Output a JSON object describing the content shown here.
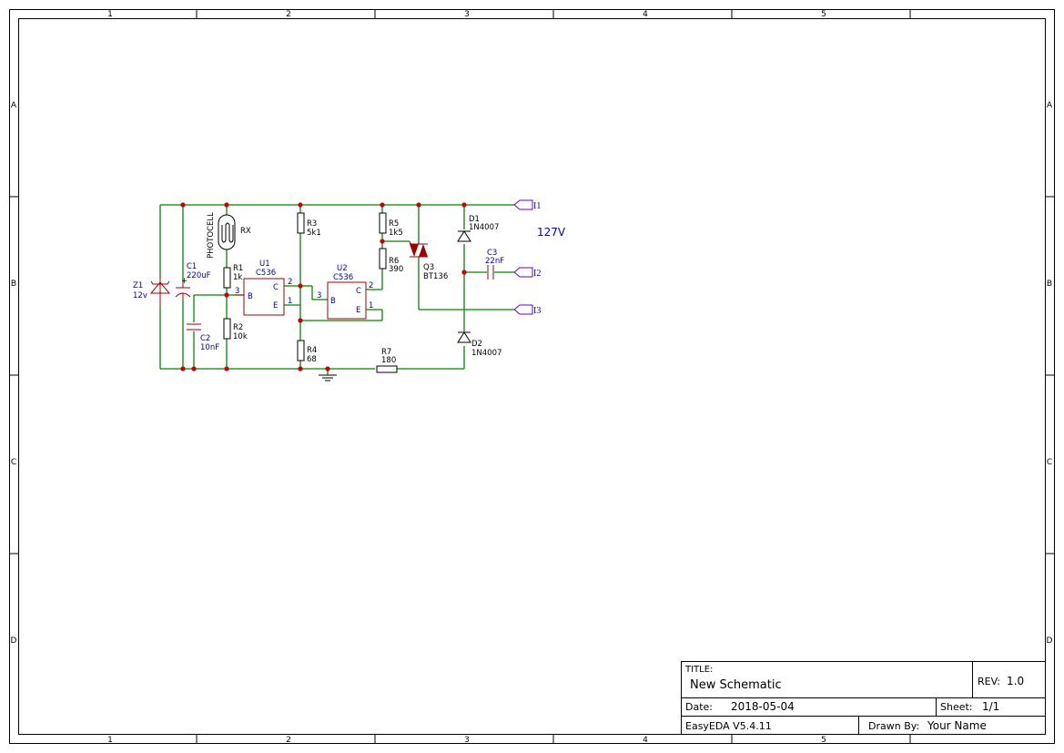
{
  "frame": {
    "columns": [
      "1",
      "2",
      "3",
      "4",
      "5"
    ],
    "rows": [
      "A",
      "B",
      "C",
      "D"
    ]
  },
  "title_block": {
    "title_label": "TITLE:",
    "title": "New Schematic",
    "rev_label": "REV:",
    "rev": "1.0",
    "date_label": "Date:",
    "date": "2018-05-04",
    "sheet_label": "Sheet:",
    "sheet": "1/1",
    "tool": "EasyEDA V5.4.11",
    "drawn_by_label": "Drawn By:",
    "drawn_by": "Your Name"
  },
  "components": {
    "z1": {
      "ref": "Z1",
      "value": "12v"
    },
    "c1": {
      "ref": "C1",
      "value": "220uF",
      "polarity": "+"
    },
    "c2": {
      "ref": "C2",
      "value": "10nF"
    },
    "rx": {
      "ref": "RX",
      "value": "PHOTOCELL"
    },
    "r1": {
      "ref": "R1",
      "value": "1k"
    },
    "r2": {
      "ref": "R2",
      "value": "10k"
    },
    "r3": {
      "ref": "R3",
      "value": "5k1"
    },
    "r4": {
      "ref": "R4",
      "value": "68"
    },
    "r5": {
      "ref": "R5",
      "value": "1k5"
    },
    "r6": {
      "ref": "R6",
      "value": "390"
    },
    "r7": {
      "ref": "R7",
      "value": "180"
    },
    "u1": {
      "ref": "U1",
      "value": "C536",
      "pin_b": "B",
      "pin_c": "C",
      "pin_e": "E",
      "num_b": "3",
      "num_c": "2",
      "num_e": "1"
    },
    "u2": {
      "ref": "U2",
      "value": "C536",
      "pin_b": "B",
      "pin_c": "C",
      "pin_e": "E",
      "num_b": "3",
      "num_c": "2",
      "num_e": "1"
    },
    "q3": {
      "ref": "Q3",
      "value": "BT136"
    },
    "d1": {
      "ref": "D1",
      "value": "1N4007"
    },
    "d2": {
      "ref": "D2",
      "value": "1N4007"
    },
    "c3": {
      "ref": "C3",
      "value": "22nF"
    }
  },
  "ports": [
    "I1",
    "I2",
    "I3"
  ],
  "note": "127V",
  "colors": {
    "wire": "#008800",
    "junction": "#cc0000",
    "component": "#a00000",
    "label": "#0000b0",
    "port": "#6a00cc"
  }
}
